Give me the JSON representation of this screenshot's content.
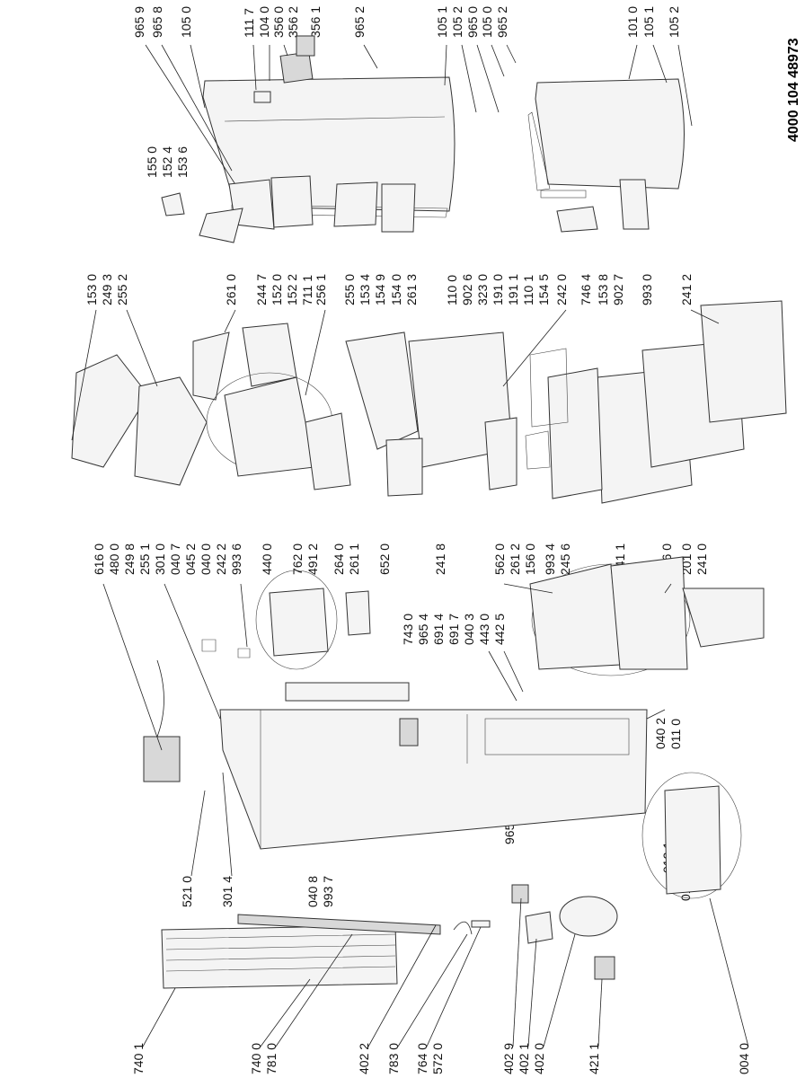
{
  "document_ref": "4000 104 48973",
  "labels": {
    "top": [
      "965 9",
      "965 8",
      "105 0",
      "111 7",
      "104 0",
      "356 0",
      "356 2",
      "356 1",
      "965 2",
      "105 1",
      "105 2",
      "965 0",
      "105 0",
      "965 2",
      "101 0",
      "105 1",
      "105 2"
    ],
    "upper_mid": [
      "155 0",
      "152 4",
      "153 6"
    ],
    "col_a": [
      "153 0",
      "249 3",
      "255 2"
    ],
    "col_b": [
      "261 0",
      "244 7",
      "152 0",
      "152 2",
      "711 1",
      "256 1",
      "255 0",
      "153 4",
      "154 9",
      "154 0",
      "261 3",
      "110 0",
      "902 6",
      "323 0",
      "191 0",
      "191 1",
      "110 1",
      "154 5",
      "242 0",
      "746 4",
      "153 8",
      "902 7",
      "993 0",
      "241 2"
    ],
    "col_c": [
      "616 0",
      "480 0",
      "249 8",
      "255 1",
      "301 0",
      "040 7",
      "045 2",
      "040 0",
      "242 2",
      "993 6",
      "440 0",
      "762 0",
      "491 2",
      "264 0",
      "261 1",
      "652 0",
      "241 8",
      "562 0",
      "261 2",
      "156 0",
      "993 4",
      "245 6",
      "241 1",
      "746 0",
      "201 0",
      "241 0"
    ],
    "col_d": [
      "743 0",
      "965 4",
      "691 4",
      "691 7",
      "040 3",
      "443 0",
      "442 5"
    ],
    "cabinet": [
      "521 0",
      "301 4",
      "040 8",
      "993 7",
      "965 1",
      "040 2",
      "011 0",
      "012 1",
      "012 2"
    ],
    "bottom": [
      "740 1",
      "740 0",
      "781 0",
      "402 2",
      "783 0",
      "764 0",
      "572 0",
      "402 9",
      "402 1",
      "402 0",
      "421 1",
      "004 0"
    ]
  }
}
